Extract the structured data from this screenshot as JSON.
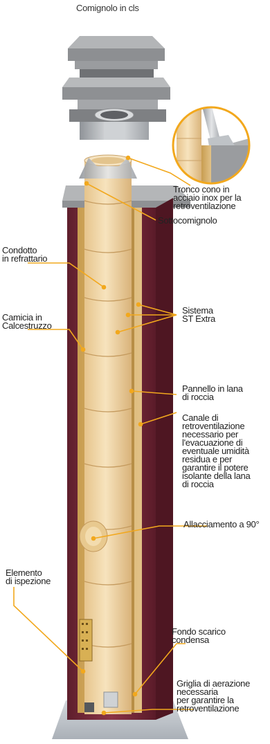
{
  "title": "Comignolo in cls",
  "labels": {
    "tronco": [
      "Tronco cono in",
      "acciaio inox per la",
      "retroventilazione"
    ],
    "sottocomignolo": [
      "Sottocomignolo"
    ],
    "condotto": [
      "Condotto",
      "in refrattario"
    ],
    "sistema": [
      "Sistema",
      "ST Extra"
    ],
    "camicia": [
      "Camicia in",
      "Calcestruzzo"
    ],
    "pannello": [
      "Pannello in lana",
      "di roccia"
    ],
    "canale": [
      "Canale di",
      "retroventilazione",
      "necessario per",
      "l'evacuazione di",
      "eventuale umidità",
      "residua e per",
      "garantire il potere",
      "isolante della lana",
      "di roccia"
    ],
    "allacciamento": [
      "Allacciamento a 90°"
    ],
    "elemento": [
      "Elemento",
      "di ispezione"
    ],
    "fondo": [
      "Fondo scarico",
      "condensa"
    ],
    "griglia": [
      "Griglia di aerazione",
      "necessaria",
      "per garantire la",
      "retroventilazione"
    ]
  },
  "colors": {
    "leader_line": "#f2a81d",
    "refractory": "#f1d6a6",
    "concrete_jacket": "#7d2b3c",
    "rock_wool": "#d7b26a",
    "stainless": "#c9ccd0",
    "cap_concrete": "#a7a9ab"
  }
}
